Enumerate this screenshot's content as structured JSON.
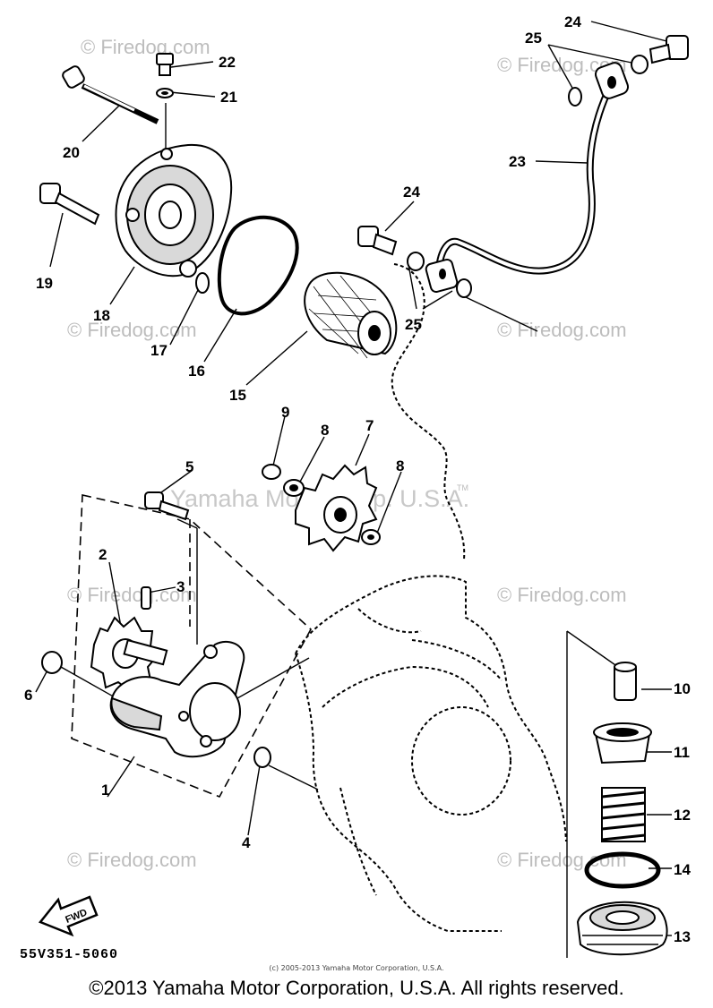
{
  "diagram": {
    "callouts": [
      "1",
      "2",
      "3",
      "4",
      "5",
      "6",
      "7",
      "8",
      "8",
      "9",
      "10",
      "11",
      "12",
      "13",
      "14",
      "15",
      "16",
      "17",
      "18",
      "19",
      "20",
      "21",
      "22",
      "23",
      "24",
      "24",
      "25",
      "25"
    ],
    "watermarks": [
      "© Firedog.com",
      "© Firedog.com",
      "© Firedog.com",
      "© Firedog.com",
      "© Firedog.com",
      "© Firedog.com",
      "© Firedog.com",
      "© Firedog.com"
    ],
    "center_watermark": "Yamaha Motor Corp. U.S.A.",
    "tm_mark": "TM",
    "fwd_label": "FWD"
  },
  "part_number": "55V351-5060",
  "small_copyright": "(c) 2005-2013 Yamaha Motor Corporation, U.S.A.",
  "footer": "©2013 Yamaha Motor Corporation, U.S.A. All rights reserved."
}
